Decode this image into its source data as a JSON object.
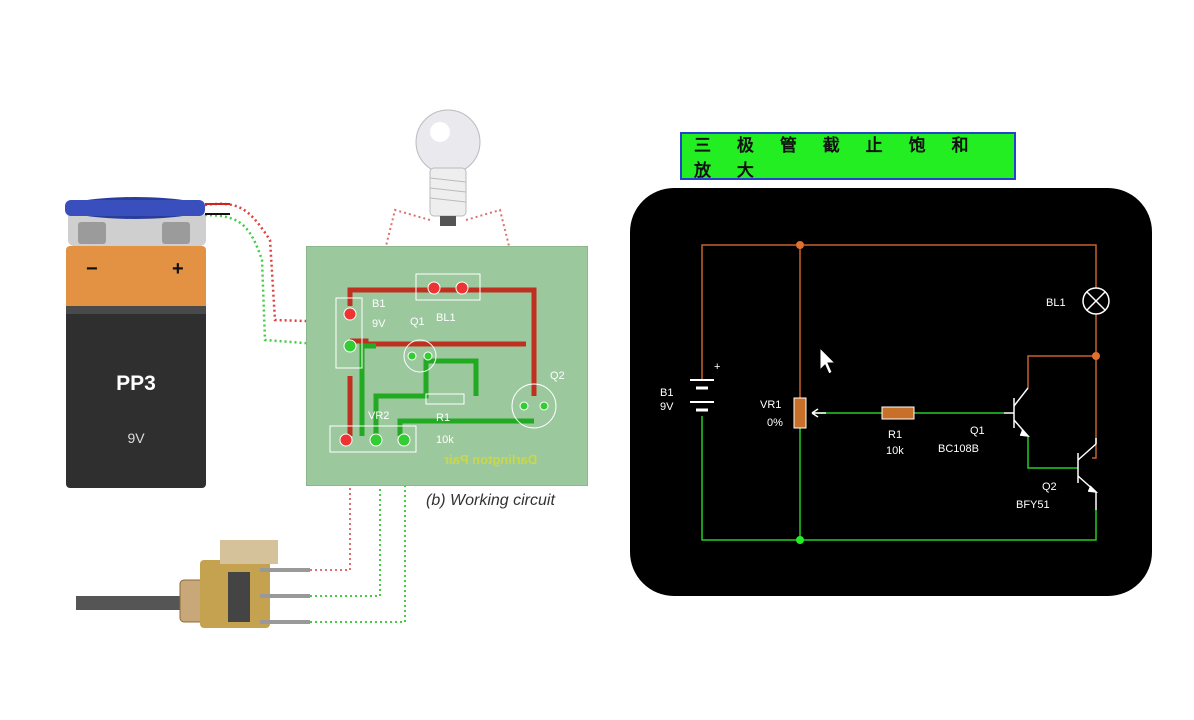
{
  "title_banner": "三 极 管 截 止 饱 和 放 大",
  "battery": {
    "name": "PP3",
    "voltage": "9V",
    "minus": "−",
    "plus": "+"
  },
  "caption": "(b) Working circuit",
  "pcb": {
    "title": "Darlington  Pair",
    "labels": {
      "b1": "B1",
      "b1v": "9V",
      "q1": "Q1",
      "bl1": "BL1",
      "q2": "Q2",
      "r1": "R1",
      "r1v": "10k",
      "vr2": "VR2"
    }
  },
  "schematic": {
    "b1": "B1",
    "b1v": "9V",
    "plus": "+",
    "vr1": "VR1",
    "vr1v": "0%",
    "r1": "R1",
    "r1v": "10k",
    "q1": "Q1",
    "q1v": "BC108B",
    "q2": "Q2",
    "q2v": "BFY51",
    "bl1": "BL1"
  },
  "colors": {
    "wire_red": "#c8602a",
    "wire_green": "#22cc22",
    "banner": "#22ee22",
    "pcb": "#9cc89e"
  },
  "icons": {
    "cursor": "mouse-pointer-icon",
    "bulb": "light-bulb-icon",
    "pot": "potentiometer-icon"
  }
}
